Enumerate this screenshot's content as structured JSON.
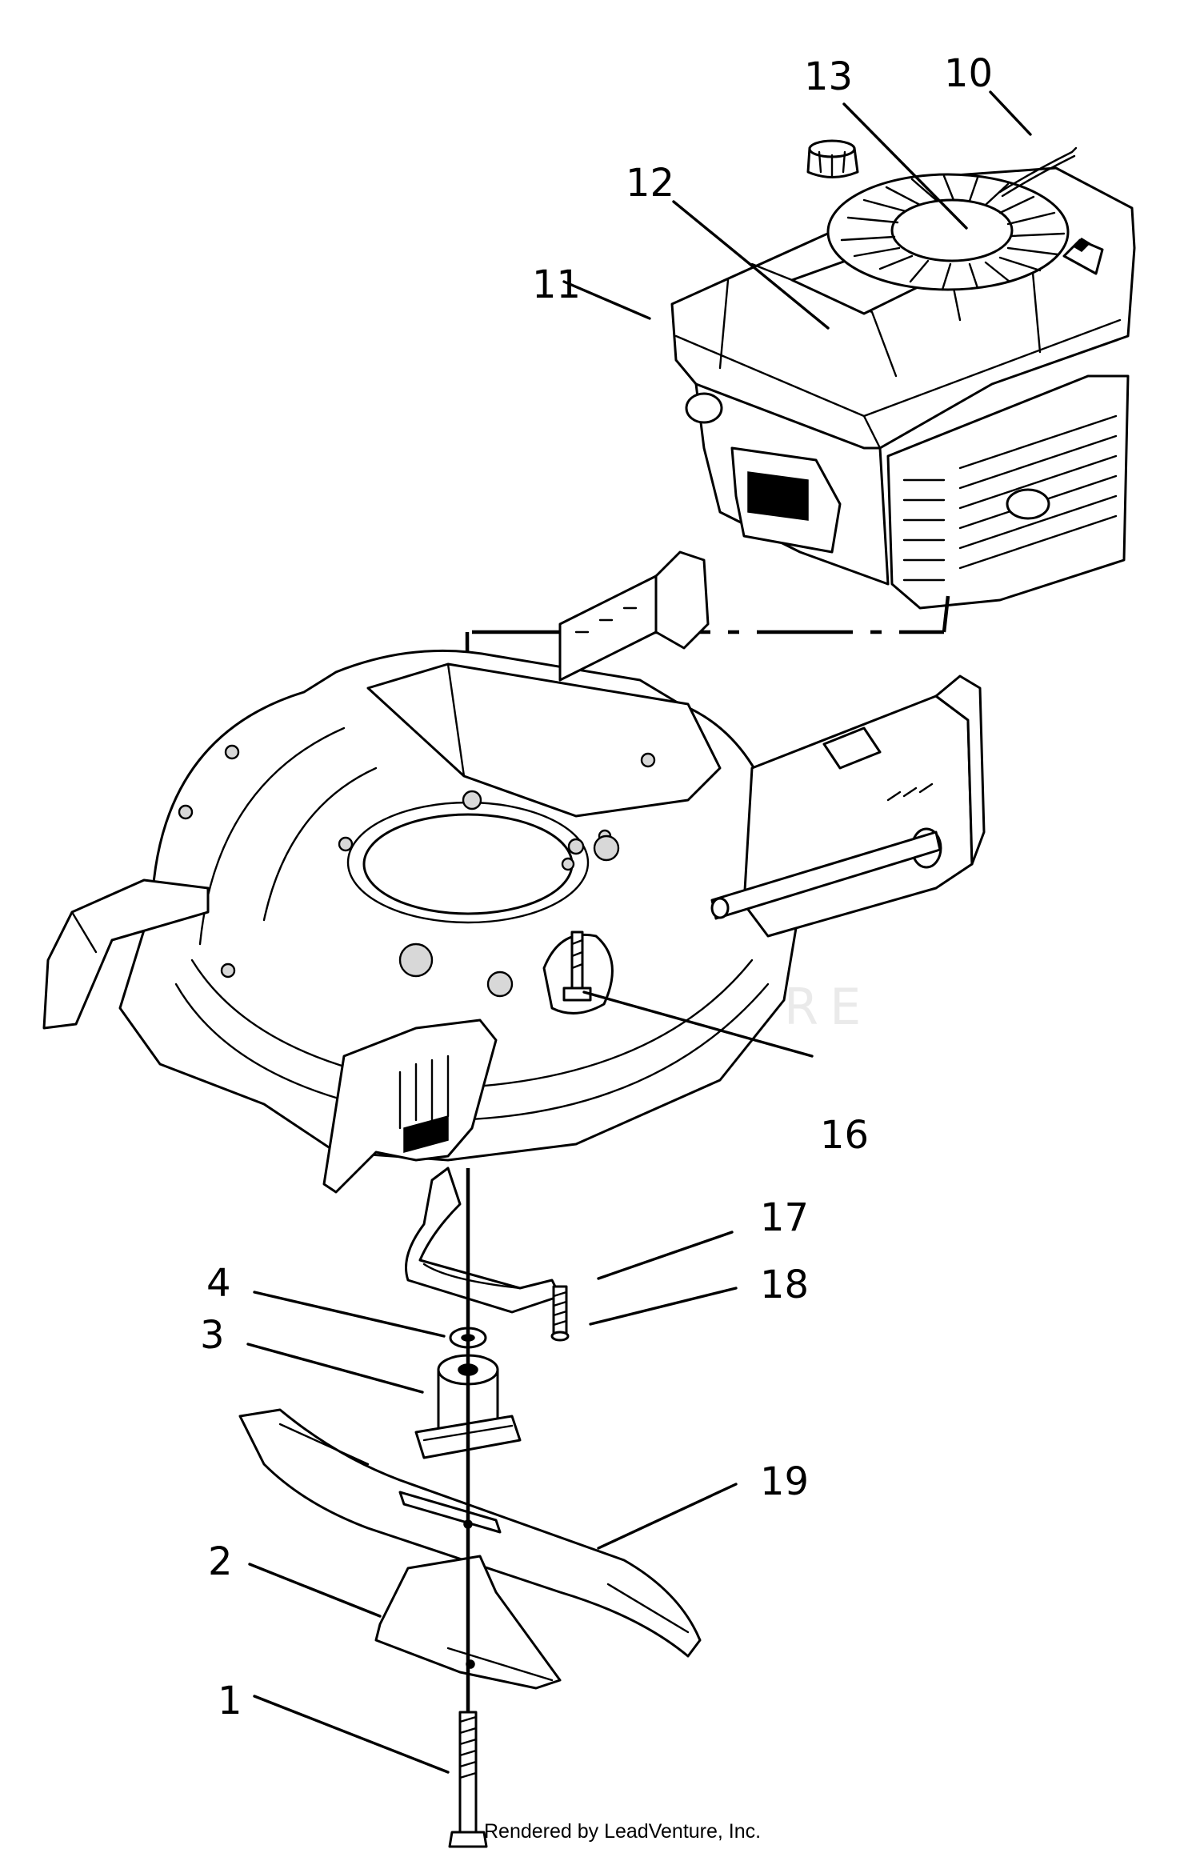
{
  "callouts": {
    "c1": "1",
    "c2": "2",
    "c3": "3",
    "c4": "4",
    "c10": "10",
    "c11": "11",
    "c12": "12",
    "c13": "13",
    "c16": "16",
    "c17": "17",
    "c18": "18",
    "c19": "19"
  },
  "watermark": "LEADVENTURE",
  "footer": "Rendered by LeadVenture, Inc."
}
